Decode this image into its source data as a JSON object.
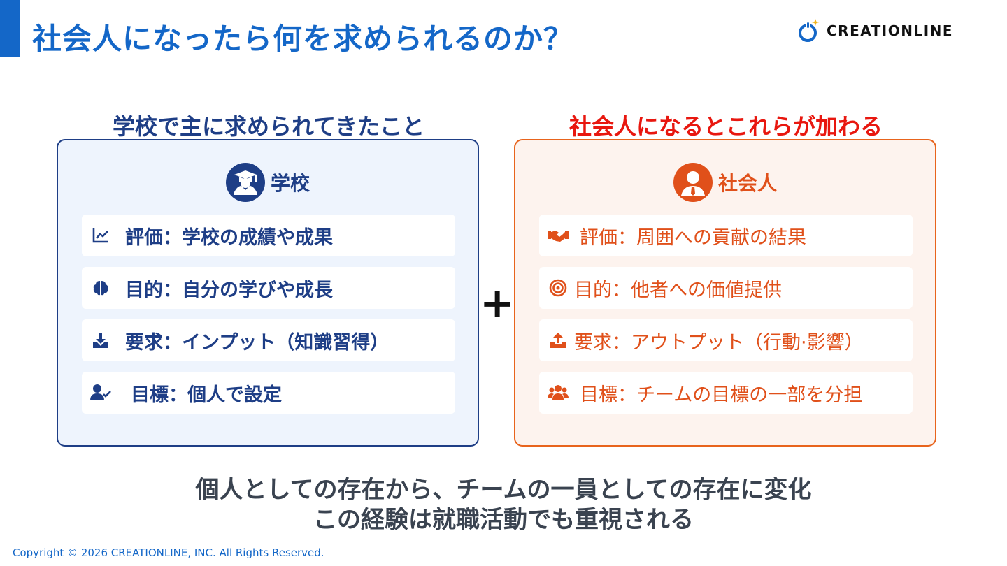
{
  "slide": {
    "title": "社会人になったら何を求められるのか？",
    "logo_text": "CREATIONLINE",
    "copyright": "Copyright © 2026 CREATIONLINE, INC. All Rights Reserved."
  },
  "school": {
    "heading": "学校で主に求められてきたこと",
    "panel_title": "学校",
    "items": [
      {
        "icon": "line-chart-icon",
        "text": "評価：学校の成績や成果"
      },
      {
        "icon": "brain-icon",
        "text": "目的：自分の学びや成長"
      },
      {
        "icon": "download-icon",
        "text": "要求：インプット（知識習得）"
      },
      {
        "icon": "user-check-icon",
        "text": "目標：個人で設定"
      }
    ]
  },
  "society": {
    "heading": "社会人になるとこれらが加わる",
    "panel_title": "社会人",
    "items": [
      {
        "icon": "handshake-icon",
        "text": "評価：周囲への貢献の結果"
      },
      {
        "icon": "target-icon",
        "text": "目的：他者への価値提供"
      },
      {
        "icon": "upload-icon",
        "text": "要求：アウトプット（行動·影響）"
      },
      {
        "icon": "users-icon",
        "text": "目標：チームの目標の一部を分担"
      }
    ]
  },
  "plus_sign": "+",
  "summary": {
    "line1": "個人としての存在から、チームの一員としての存在に変化",
    "line2": "この経験は就職活動でも重視される"
  },
  "colors": {
    "brand_blue": "#1467c8",
    "school_navy": "#1e3e86",
    "society_orange": "#e8641d",
    "society_heading_red": "#e8170f"
  }
}
